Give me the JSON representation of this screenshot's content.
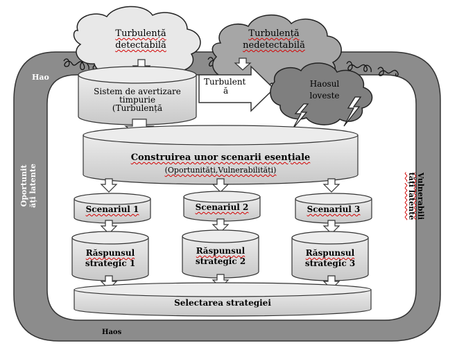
{
  "clouds": {
    "detectable": [
      "Turbulență",
      "detectabilă"
    ],
    "undetectable": [
      "Turbulență",
      "nedetectabilă"
    ]
  },
  "frame": {
    "top_left": "Hao",
    "bottom": "Haos",
    "left_vertical": [
      "Oportunit",
      "ăți latente"
    ],
    "right_vertical": [
      "Vulnerabili",
      "tăți latente"
    ]
  },
  "early_warning": [
    "Sistem de avertizare",
    "timpurie",
    "(Turbulență"
  ],
  "arrow_label": [
    "Turbulent",
    "ă"
  ],
  "chaos_cloud": [
    "Haosul",
    "loveste"
  ],
  "scenarios_box": {
    "title": "Construirea unor scenarii esențiale",
    "subtitle": "(Oportunități,Vulnerabilități)"
  },
  "scenarios": [
    "Scenariul 1",
    "Scenariul 2",
    "Scenariul 3"
  ],
  "responses": [
    [
      "Răspunsul",
      "strategic 1"
    ],
    [
      "Răspunsul",
      "strategic 2"
    ],
    [
      "Răspunsul",
      "strategic 3"
    ]
  ],
  "selection": "Selectarea strategiei",
  "colors": {
    "frame": "#8c8c8c",
    "cylinder": "#d9d9d9",
    "cloud_light": "#e8e8e8",
    "cloud_mid": "#a6a6a6",
    "cloud_dark": "#7f7f7f"
  }
}
